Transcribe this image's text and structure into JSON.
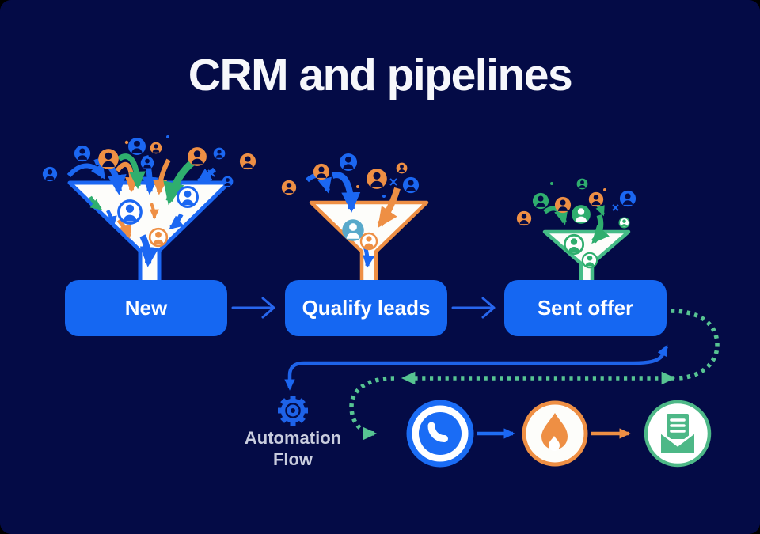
{
  "title": "CRM and pipelines",
  "pipeline": {
    "stages": [
      {
        "label": "New",
        "funnel_color": "#1b67f2",
        "funnel_icon": "funnel-icon"
      },
      {
        "label": "Qualify leads",
        "funnel_color": "#ee8f44",
        "funnel_icon": "funnel-icon"
      },
      {
        "label": "Sent offer",
        "funnel_color": "#45bc87",
        "funnel_icon": "funnel-icon"
      }
    ]
  },
  "automation": {
    "line1": "Automation",
    "line2": "Flow"
  },
  "flow_icons": [
    {
      "name": "gear-icon",
      "color": "#1e63e9"
    },
    {
      "name": "phone-icon",
      "color": "#1a6cf5"
    },
    {
      "name": "fire-icon",
      "color": "#ee8f44"
    },
    {
      "name": "email-icon",
      "color": "#4db887"
    }
  ],
  "colors": {
    "background": "#040b46",
    "stage_button": "#1567f2",
    "accent_blue": "#1b67f2",
    "accent_orange": "#ee8f44",
    "accent_green": "#2fae6e",
    "funnel_green": "#45bc87",
    "dotted_green": "#57c492",
    "label_gray": "#c9cdde",
    "teal_person": "#58a9cb",
    "white": "#ffffff"
  }
}
